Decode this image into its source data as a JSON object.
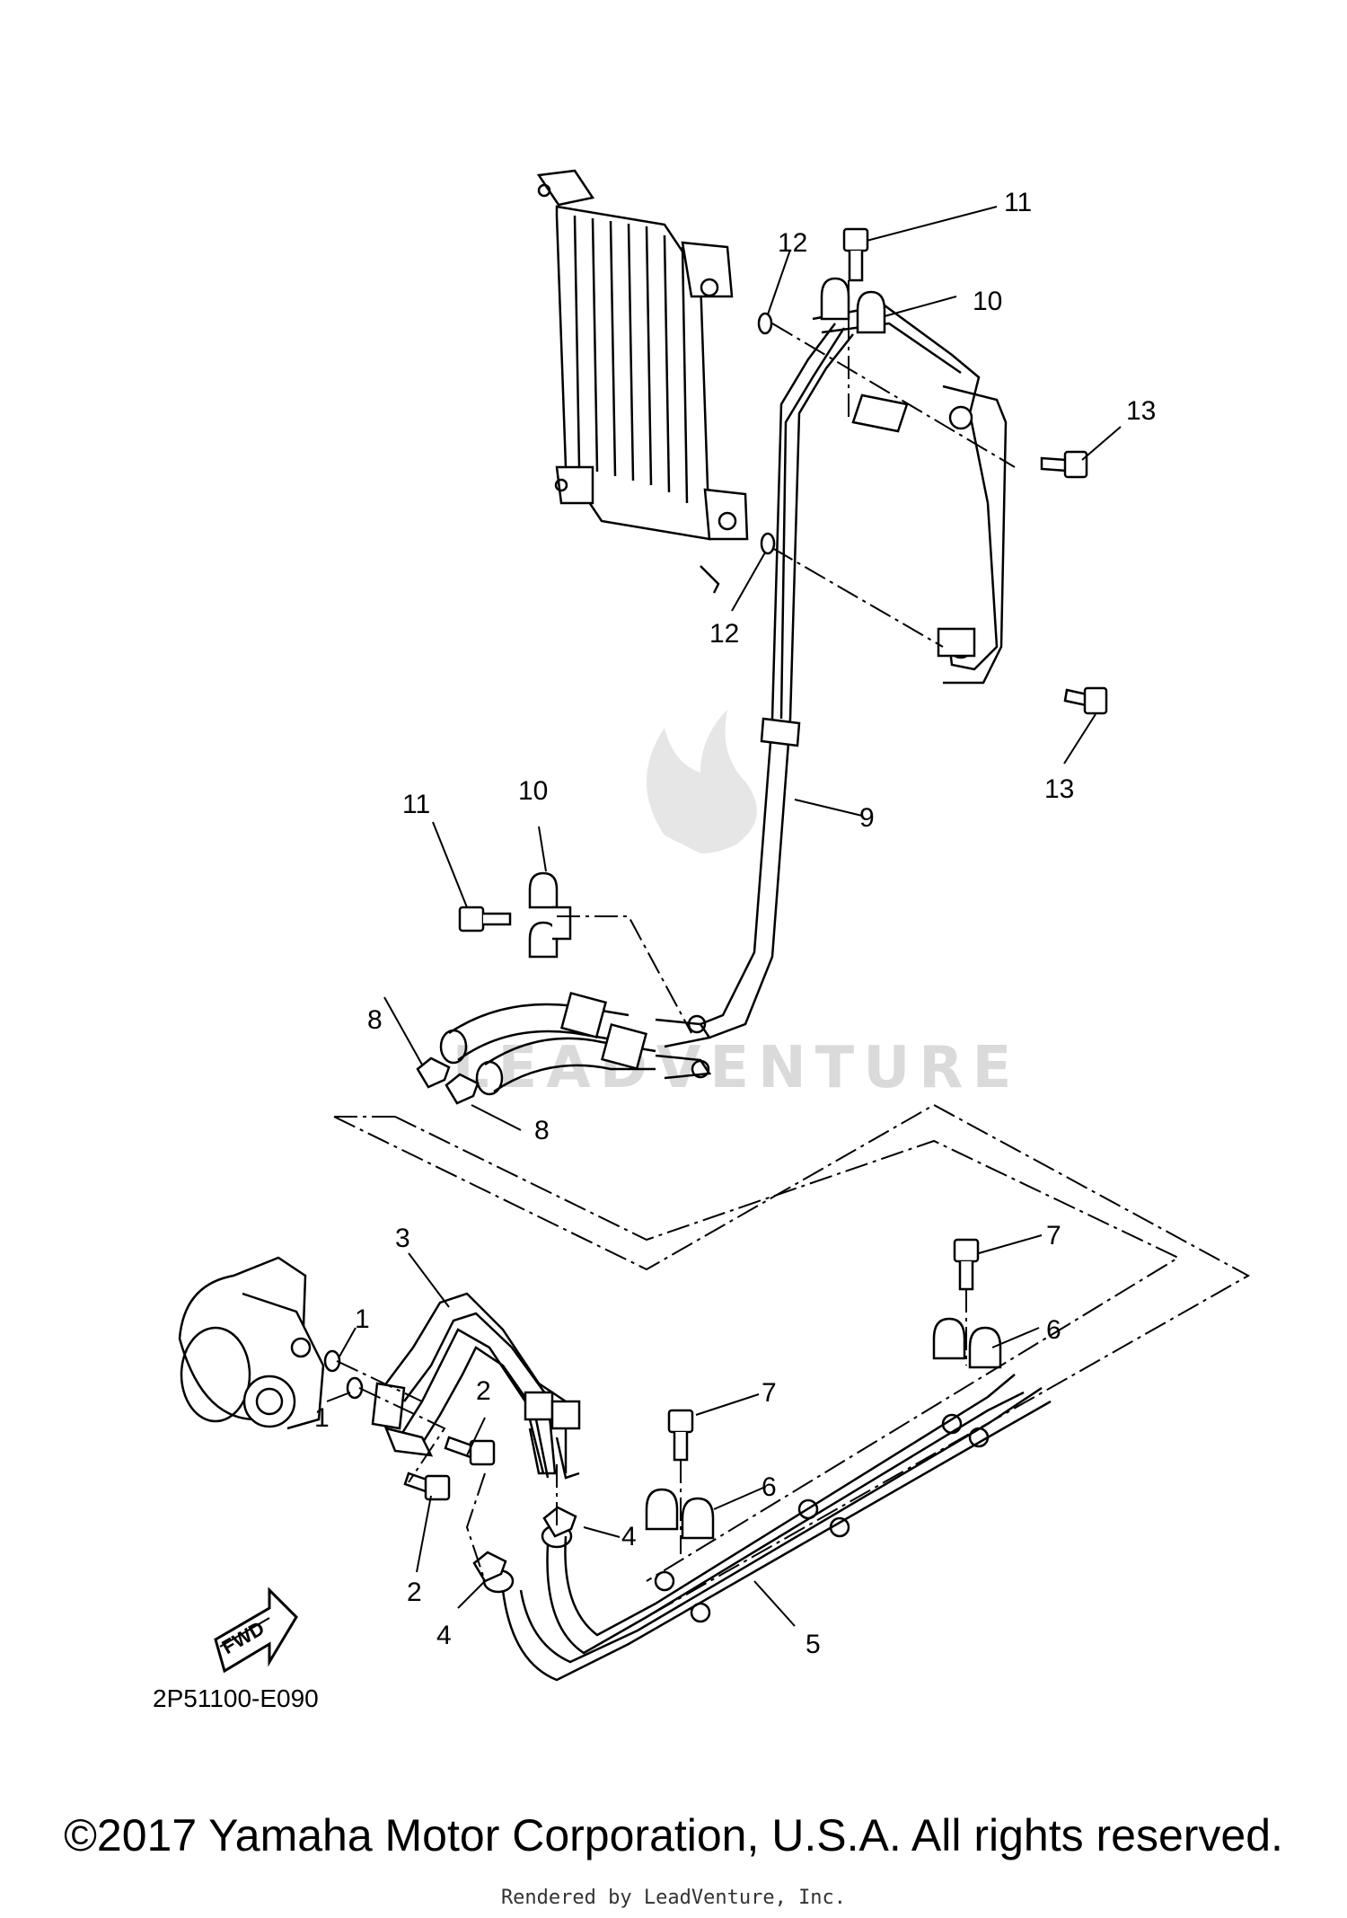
{
  "callouts": [
    "1",
    "1",
    "2",
    "2",
    "3",
    "4",
    "4",
    "5",
    "6",
    "6",
    "7",
    "7",
    "8",
    "8",
    "9",
    "10",
    "10",
    "11",
    "11",
    "12",
    "12",
    "13",
    "13"
  ],
  "figure_code": "2P51100-E090",
  "fwd_label": "FWD",
  "watermark": "LEADVENTURE",
  "copyright": "©2017 Yamaha Motor Corporation, U.S.A. All rights reserved.",
  "rendered_by": "Rendered by LeadVenture, Inc."
}
